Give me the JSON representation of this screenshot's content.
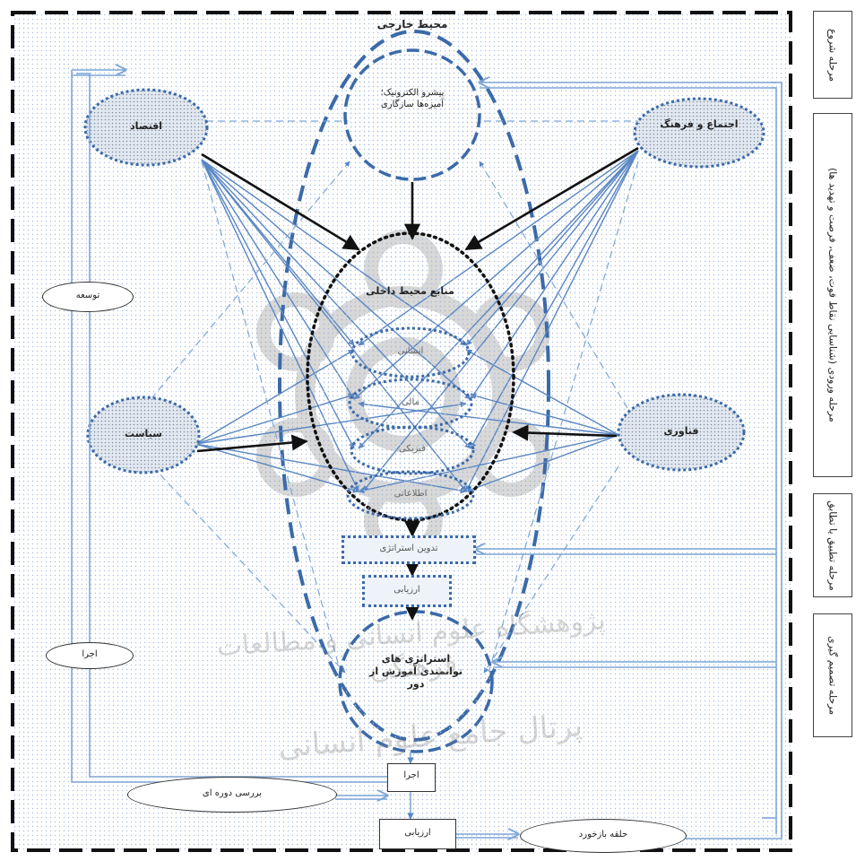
{
  "frame": {
    "title": "محیط خارجی"
  },
  "environment_nodes": {
    "economy": "اقتصاد",
    "society_culture": "اجتماع و فرهنگ",
    "politics": "سیاست",
    "technology": "فناوری",
    "universities": "پیشرو الکترونیک؛ آمیزه‌ها سازگاری"
  },
  "internal": {
    "title": "منابع محیط داخلی",
    "items": [
      "انسانی",
      "مالی",
      "فیزیکی",
      "اطلاعاتی"
    ]
  },
  "process": {
    "formulation": "تدوین استراتژی",
    "evaluation": "ارزیابی",
    "strategy": "استراتژی های توانمندی آموزش از دور",
    "execute": "اجرا",
    "evaluate2": "ارزیابی"
  },
  "side_labels": {
    "development": "توسعه",
    "implementation": "اجرا",
    "periodic_review": "بررسی دوره ای",
    "feedback_loop": "حلقه بازخورد"
  },
  "stages": [
    "مرحله شروع",
    "مرحله ورودی (شناسایی نقاط قوت، ضعف، فرصت و تهدید ها)",
    "مرحله تطبیق یا تطابق",
    "مرحله تصمیم گیری"
  ],
  "watermark": {
    "line1": "پژوهشگاه علوم انسانی و مطالعات فرهنگی",
    "line2": "پرتال جامع علوم انسانی"
  },
  "colors": {
    "blue_dash": "#3b6aa8",
    "light_blue": "#7fa6d6",
    "arrow_dark": "#111111",
    "dots": "#9bb4d4"
  }
}
